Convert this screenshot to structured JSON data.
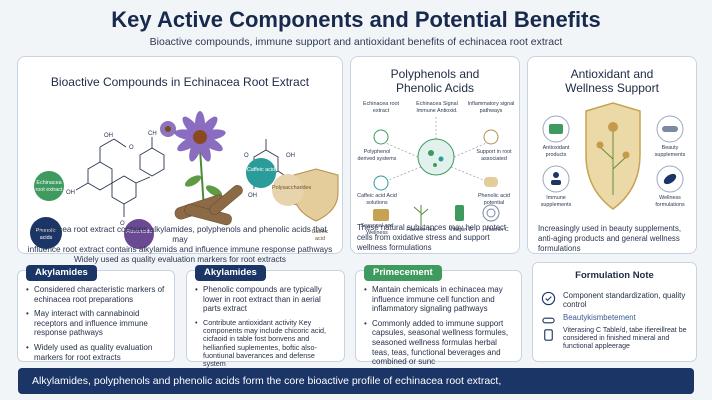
{
  "header": {
    "title": "Key Active Components and Potential Benefits",
    "subtitle": "Bioactive compounds, immune support and antioxidant benefits of echinacea root extract"
  },
  "panel_left": {
    "title": "Bioactive Compounds in Echinacea Root Extract",
    "labels": {
      "green": "Echinacea root extract",
      "navy": "Phenolic acids",
      "teal": "Caffeic acid",
      "purple": "Flavonoids",
      "tan": "Polysaccharides",
      "shield": "Caffeic acid"
    },
    "chem_symbols": [
      "OH",
      "O",
      "OH",
      "O",
      "CH",
      "O",
      "OH",
      "OH",
      "OH"
    ],
    "text_lines": [
      "Echinacea root extract contains alkylamides, polyphenols and phenolic acids that may",
      "influence root extract contains alkylamids and influence immune response pathways",
      "Widely used as quality evaluation markers for root extracts"
    ]
  },
  "panel_mid": {
    "title_line1": "Polyphenols and",
    "title_line2": "Phenolic Acids",
    "diagram_labels": {
      "top_left": "Echinacea root extract",
      "top_center": "Echinacea Signal Immune Antioxid.",
      "top_right": "Inflammatory signal pathways",
      "mid_left": "Polyphenol derived systems",
      "mid_right": "Support in root associated",
      "left2": "Caffeic acid Acid solutions",
      "right2": "Phenolic acid potential",
      "left3": "Seasonal and Wellness",
      "bottom_green": "Flavone Tea",
      "bottom_vit": "Vitamin D",
      "bottom_c": "Vitamin C"
    },
    "text_lines": [
      "These natural substances may help protect",
      "cells from oxidative stress and support",
      "wellness formulations"
    ]
  },
  "panel_right": {
    "title_line1": "Antioxidant and",
    "title_line2": "Wellness Support",
    "icon_labels": [
      "Antioxidant products",
      "Beauty supplements",
      "Immune supplements",
      "Wellness formulations"
    ],
    "text_lines": [
      "Increasingly used in beauty supplements,",
      "anti-aging products and general wellness",
      "formulations"
    ]
  },
  "cards": {
    "alkylamides": {
      "tag": "Akylamides",
      "items": [
        "Considered characteristic markers of echinacea root preparations",
        "May interact with cannabinoid receptors and influence immune response pathways",
        "Widely used as quality evaluation markers for root extracts"
      ]
    },
    "phenolic": {
      "tag": "Akylamides",
      "items": [
        "Phenolic compounds are typically lower in root extract than in aerial parts extract",
        "Contribute antioxidant activity Key components may include chicoric acid, cicfaoid in table fost bonvens and hellianfied suplementes, boftic also-fuontiunal baverances and defense system"
      ]
    },
    "primecement": {
      "tag": "Primecement",
      "items": [
        "Mantain chemicals in echinacea may influence immune cell function and inflammatory signaling pathways",
        "Commonly added to immune support capsules, seasonal wellness formules, seasoned wellness formulas herbal teas, teas, functional beverages and combined or sunc"
      ]
    },
    "formulation": {
      "title": "Formulation Note",
      "row1": "Component standardization, quality control",
      "row2": "Beautykismbetement",
      "row3": "Viterasing C Table/d, tabe ifiereillreat be considered in finished mineral and functional appleerage"
    }
  },
  "footer": {
    "text": "Alkylamides, polyphenols and phenolic acids form the core bioactive profile of echinacea root extract,"
  },
  "colors": {
    "navy": "#1a3566",
    "green": "#3e9a5e",
    "teal": "#2a9d9a",
    "purple": "#6b4a93",
    "gold": "#c8a253"
  }
}
